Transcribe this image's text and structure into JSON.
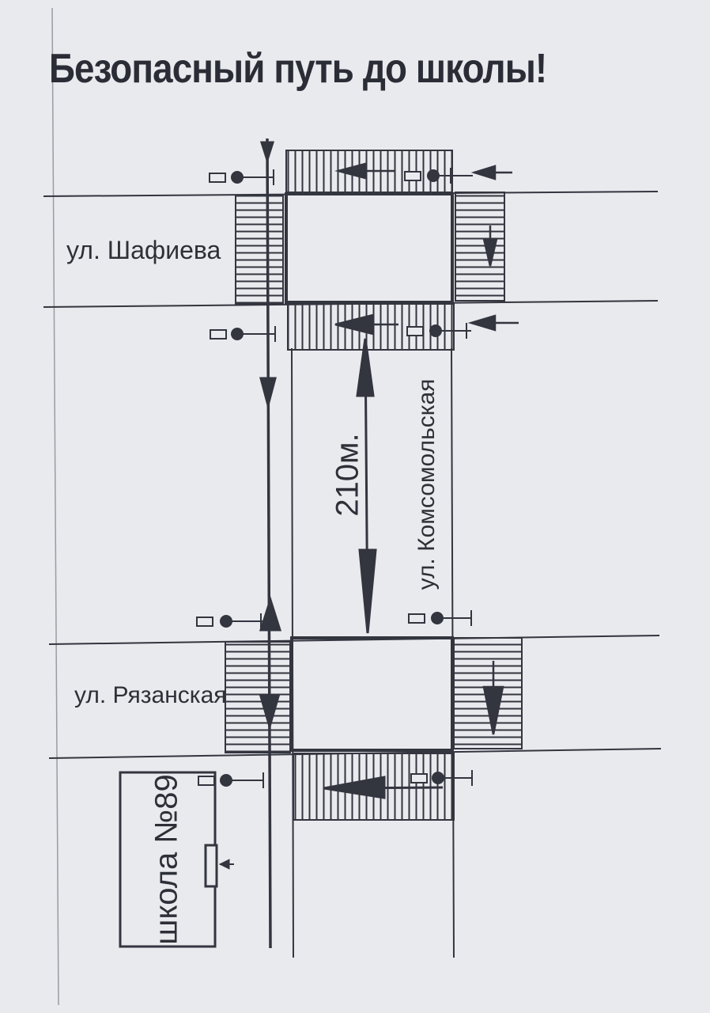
{
  "title": "Безопасный путь до школы!",
  "streets": {
    "top": "ул. Шафиева",
    "bottom": "ул. Рязанская",
    "vertical": "ул. Комсомольская"
  },
  "distance_label": "210м.",
  "school_label": "школа №89",
  "colors": {
    "paper": "#e9eaee",
    "ink": "#33353f"
  }
}
